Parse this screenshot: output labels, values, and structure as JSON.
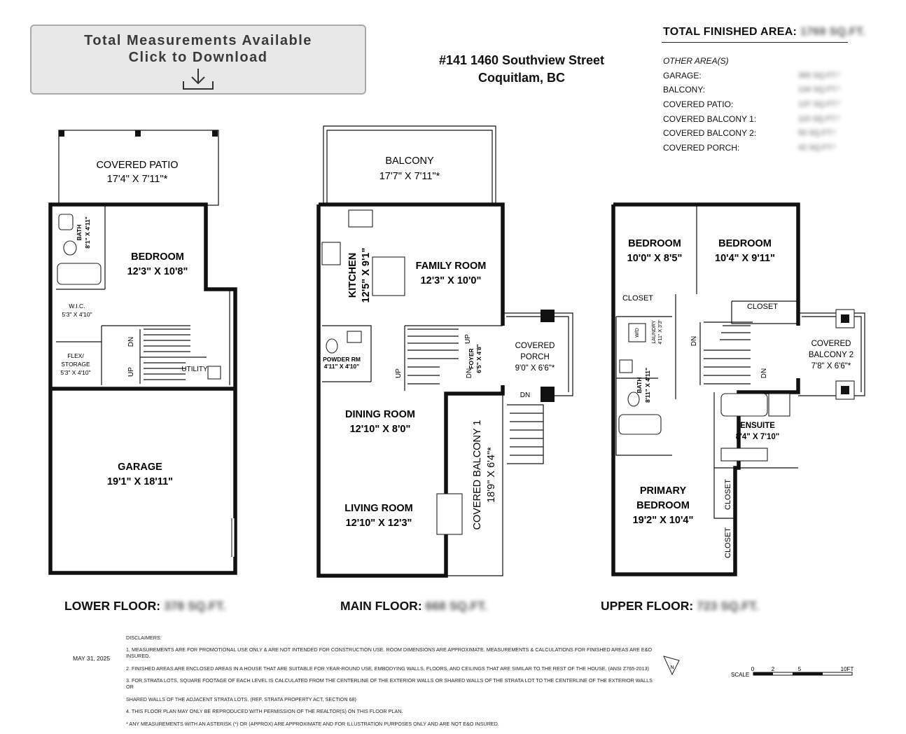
{
  "download_button": {
    "line1": "Total Measurements Available",
    "line2": "Click to Download",
    "icon": "download-icon"
  },
  "address": {
    "line1": "#141 1460 Southview Street",
    "line2": "Coquitlam, BC"
  },
  "summary": {
    "title": "TOTAL FINISHED AREA:",
    "title_value": "1769 SQ.FT.",
    "other_heading": "OTHER AREA(S)",
    "rows": [
      {
        "label": "GARAGE:",
        "value": "365 SQ.FT.*"
      },
      {
        "label": "BALCONY:",
        "value": "134 SQ.FT.*"
      },
      {
        "label": "COVERED PATIO:",
        "value": "137 SQ.FT.*"
      },
      {
        "label": "COVERED BALCONY 1:",
        "value": "115 SQ.FT.*"
      },
      {
        "label": "COVERED BALCONY 2:",
        "value": "50 SQ.FT.*"
      },
      {
        "label": "COVERED PORCH:",
        "value": "42 SQ.FT.*"
      }
    ]
  },
  "lower": {
    "patio_name": "COVERED PATIO",
    "patio_dim": "17'4\" X 7'11\"*",
    "bath_name": "BATH",
    "bath_dim": "8'1\" X 4'11\"",
    "bedroom_name": "BEDROOM",
    "bedroom_dim": "12'3\" X 10'8\"",
    "wic_name": "W.I.C.",
    "wic_dim": "5'3\" X 4'10\"",
    "flex_name1": "FLEX/",
    "flex_name2": "STORAGE",
    "flex_dim": "5'3\" X 4'10\"",
    "utility_name": "UTILITY",
    "dn": "DN",
    "up": "UP",
    "garage_name": "GARAGE",
    "garage_dim": "19'1\" X 18'11\""
  },
  "main": {
    "balcony_name": "BALCONY",
    "balcony_dim": "17'7\" X 7'11\"*",
    "kitchen_name": "KITCHEN",
    "kitchen_dim": "12'5\" X 9'1\"",
    "family_name": "FAMILY ROOM",
    "family_dim": "12'3\" X 10'0\"",
    "powder_name": "POWDER RM",
    "powder_dim": "4'11\" X 4'10\"",
    "foyer_name": "FOYER",
    "foyer_dim": "6'5\" X 4'8\"",
    "porch_name1": "COVERED",
    "porch_name2": "PORCH",
    "porch_dim": "9'0\" X 6'6\"*",
    "dining_name": "DINING ROOM",
    "dining_dim": "12'10\" X 8'0\"",
    "living_name": "LIVING ROOM",
    "living_dim": "12'10\" X 12'3\"",
    "cbalc_name": "COVERED BALCONY 1",
    "cbalc_dim": "18'9\" X 6'4\"*",
    "up": "UP",
    "dn": "DN"
  },
  "upper": {
    "bed1_name": "BEDROOM",
    "bed1_dim": "10'0\" X 8'5\"",
    "bed2_name": "BEDROOM",
    "bed2_dim": "10'4\" X 9'11\"",
    "closet": "CLOSET",
    "wd": "W/D",
    "laundry_name": "LAUNDRY",
    "laundry_dim": "4'11\" X 3'3\"",
    "bath_name": "BATH",
    "bath_dim": "8'11\" X 4'11\"",
    "cbalc2_name1": "COVERED",
    "cbalc2_name2": "BALCONY 2",
    "cbalc2_dim": "7'8\" X 6'6\"*",
    "ensuite_name": "ENSUITE",
    "ensuite_dim": "8'4\" X 7'10\"",
    "primary_name1": "PRIMARY",
    "primary_name2": "BEDROOM",
    "primary_dim": "19'2\" X 10'4\"",
    "dn": "DN"
  },
  "floors": {
    "lower_label": "LOWER FLOOR:",
    "lower_value": "378 SQ.FT.",
    "main_label": "MAIN FLOOR:",
    "main_value": "668 SQ.FT.",
    "upper_label": "UPPER FLOOR:",
    "upper_value": "723 SQ.FT."
  },
  "disclaimer": {
    "heading": "DISCLAIMERS:",
    "lines": [
      "1. MEASUREMENTS ARE FOR PROMOTIONAL USE ONLY & ARE NOT INTENDED FOR CONSTRUCTION USE. ROOM DIMENSIONS ARE APPROXIMATE. MEASUREMENTS & CALCULATIONS FOR FINISHED AREAS ARE E&O INSURED.",
      "2. FINISHED AREAS ARE ENCLOSED AREAS IN A HOUSE THAT ARE SUITABLE FOR YEAR-ROUND USE, EMBODYING WALLS, FLOORS, AND CEILINGS THAT ARE SIMILAR TO THE REST OF THE HOUSE. (ANSI Z765-2013)",
      "3. FOR STRATA LOTS, SQUARE FOOTAGE OF EACH LEVEL IS CALCULATED FROM THE CENTERLINE OF THE EXTERIOR WALLS OR SHARED WALLS OF THE STRATA LOT TO THE CENTERLINE OF THE EXTERIOR WALLS OR",
      "SHARED WALLS OF THE ADJACENT STRATA LOTS. (REF. STRATA PROPERTY ACT, SECTION 68)",
      "4. THIS FLOOR PLAN MAY ONLY BE REPRODUCED WITH PERMISSION OF THE REALTOR(S) ON THIS FLOOR PLAN.",
      "* ANY MEASUREMENTS WITH AN ASTERISK (*) OR (APPROX) ARE APPROXIMATE AND FOR ILLUSTRATION PURPOSES ONLY AND ARE NOT E&O INSURED."
    ]
  },
  "date": "MAY 31, 2025",
  "north": "N",
  "scale": {
    "label": "SCALE",
    "ticks": [
      "0",
      "2",
      "5",
      "10FT"
    ]
  }
}
